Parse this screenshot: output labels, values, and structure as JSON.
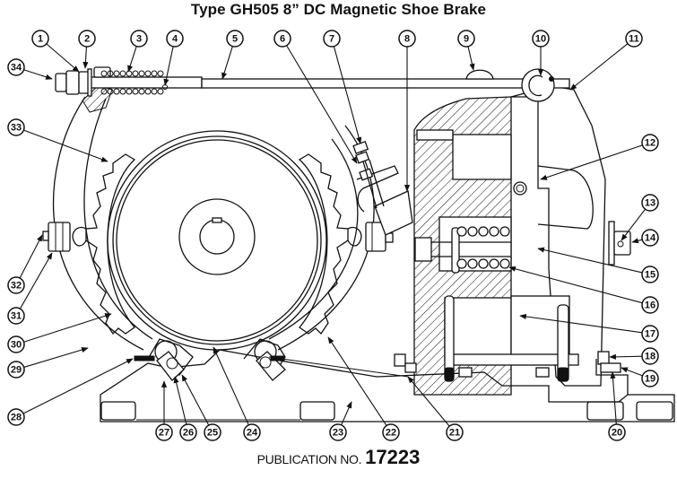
{
  "title": "Type GH505 8” DC Magnetic Shoe Brake",
  "publication": {
    "label": "PUBLICATION NO.",
    "number": "17223"
  },
  "colors": {
    "ink": "#111111",
    "background": "#ffffff"
  },
  "callouts": [
    {
      "id": "1",
      "label": "1"
    },
    {
      "id": "2",
      "label": "2"
    },
    {
      "id": "3",
      "label": "3"
    },
    {
      "id": "4",
      "label": "4"
    },
    {
      "id": "5",
      "label": "5"
    },
    {
      "id": "6",
      "label": "6"
    },
    {
      "id": "7",
      "label": "7"
    },
    {
      "id": "8",
      "label": "8"
    },
    {
      "id": "9",
      "label": "9"
    },
    {
      "id": "10",
      "label": "10"
    },
    {
      "id": "11",
      "label": "11"
    },
    {
      "id": "12",
      "label": "12"
    },
    {
      "id": "13",
      "label": "13"
    },
    {
      "id": "14",
      "label": "14"
    },
    {
      "id": "15",
      "label": "15"
    },
    {
      "id": "16",
      "label": "16"
    },
    {
      "id": "17",
      "label": "17"
    },
    {
      "id": "18",
      "label": "18"
    },
    {
      "id": "19",
      "label": "19"
    },
    {
      "id": "20",
      "label": "20"
    },
    {
      "id": "21",
      "label": "21"
    },
    {
      "id": "22",
      "label": "22"
    },
    {
      "id": "23",
      "label": "23"
    },
    {
      "id": "24",
      "label": "24"
    },
    {
      "id": "25",
      "label": "25"
    },
    {
      "id": "26",
      "label": "26"
    },
    {
      "id": "27",
      "label": "27"
    },
    {
      "id": "28",
      "label": "28"
    },
    {
      "id": "29",
      "label": "29"
    },
    {
      "id": "30",
      "label": "30"
    },
    {
      "id": "31",
      "label": "31"
    },
    {
      "id": "32",
      "label": "32"
    },
    {
      "id": "33",
      "label": "33"
    },
    {
      "id": "34",
      "label": "34"
    }
  ]
}
